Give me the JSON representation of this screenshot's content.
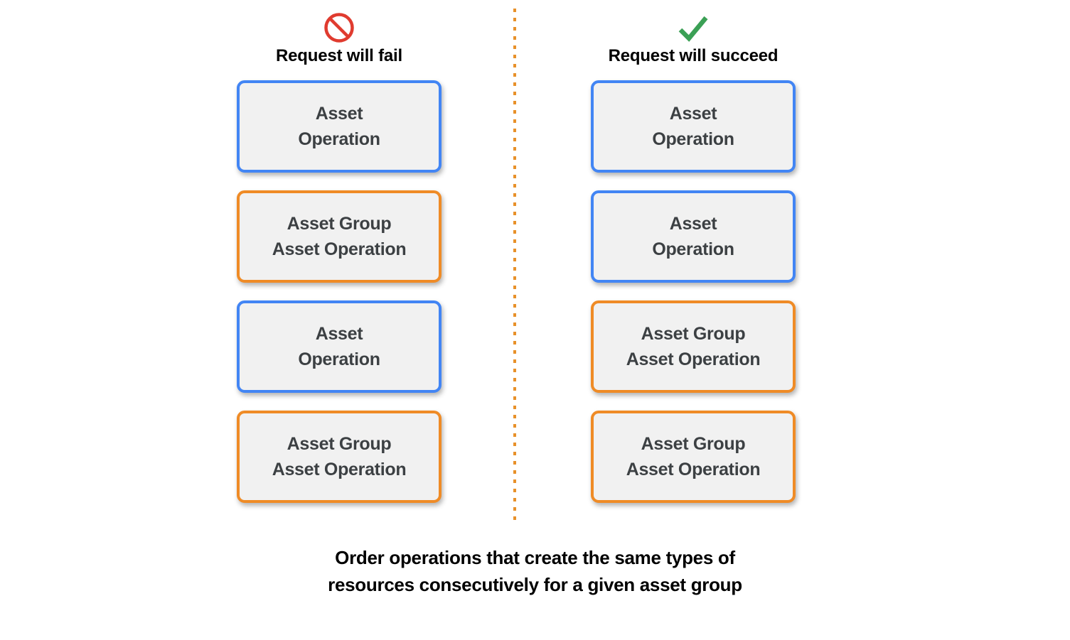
{
  "colors": {
    "blue": "#4285f4",
    "orange": "#ef8b26",
    "box_fill": "#f1f1f1",
    "box_text": "#3c4043",
    "fail_icon": "#e03b2f",
    "success_icon": "#3ba055",
    "divider": "#e8912a",
    "background": "#ffffff"
  },
  "columns": [
    {
      "id": "fail",
      "icon": "prohibited-icon",
      "label": "Request will fail",
      "nodes": [
        {
          "label": "Asset\nOperation",
          "variant": "blue"
        },
        {
          "label": "Asset Group\nAsset Operation",
          "variant": "orange"
        },
        {
          "label": "Asset\nOperation",
          "variant": "blue"
        },
        {
          "label": "Asset Group\nAsset Operation",
          "variant": "orange"
        }
      ]
    },
    {
      "id": "succeed",
      "icon": "checkmark-icon",
      "label": "Request will succeed",
      "nodes": [
        {
          "label": "Asset\nOperation",
          "variant": "blue"
        },
        {
          "label": "Asset\nOperation",
          "variant": "blue"
        },
        {
          "label": "Asset Group\nAsset Operation",
          "variant": "orange"
        },
        {
          "label": "Asset Group\nAsset Operation",
          "variant": "orange"
        }
      ]
    }
  ],
  "caption": "Order operations that create the same types of\nresources consecutively for a given asset group"
}
